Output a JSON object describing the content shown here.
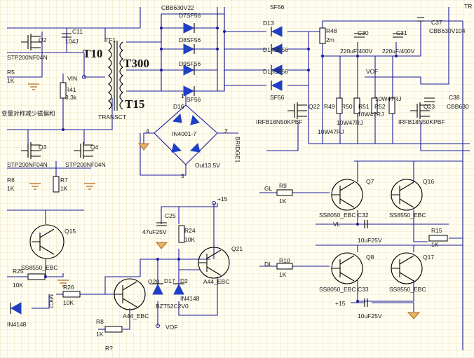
{
  "labels": {
    "cbb_top": "CBB630V22",
    "sf56_top": "SF56",
    "tr_top": "TR",
    "q2": "Q2",
    "stp_q2": "STP200NF04N",
    "c11": "C11",
    "c11_val": "104J",
    "r5": "R5",
    "r5_val": "1K",
    "tf1": "TF1",
    "t10": "T10",
    "t300": "T300",
    "t15": "T15",
    "vin": "VIN",
    "r41": "R41",
    "r41_val": "3.3k",
    "chinese_note": "变量对称减少磁偏和",
    "transct": "TRANSCT",
    "q3": "Q3",
    "stp_q3": "STP200NF04N",
    "q4": "Q4",
    "stp_q4": "STP200NF04N",
    "r6": "R6",
    "r6_val": "1K",
    "r7": "R7",
    "r7_val": "1K",
    "d7": "D7SF56",
    "d8": "D8SF56",
    "d9": "D9SF56",
    "d_sf56_a": "SF56",
    "d16": "D16",
    "in4001": "IN4001-7",
    "bridge": "BRIDGE1",
    "out": "Out13.5V",
    "pin4": "4",
    "pin2": "2",
    "pin1": "1",
    "pin3": "3",
    "d13": "D13",
    "d14": "D14SF56",
    "d15": "D15SF56",
    "d_sf56_b": "SF56",
    "r48": "R48",
    "r48_val": "2m",
    "c30": "C30",
    "c30_val": "220uF/400V",
    "c31": "C31",
    "c31_val": "220uF/400V",
    "c37": "C37",
    "c37_val": "CBB630V104",
    "vof": "VOF",
    "q22": "Q22",
    "irf_q22": "IRFB18N50KPBF",
    "r49": "R49",
    "r50": "R50",
    "r51": "R51",
    "r52": "R52",
    "r_w1": "10W47RJ",
    "r_w2": "10W47RJ",
    "r_w3": "10W47RJ",
    "r_w4": "10W47RJ",
    "c38": "C38",
    "c38_val": "CBB630",
    "q23": "Q23",
    "irf_q23": "IRFB18N50KPBF",
    "gl": "GL",
    "r9": "R9",
    "r9_val": "1K",
    "q7": "Q7",
    "ss8050_q7": "SS8050_EBC",
    "q16": "Q16",
    "ss8550_q16": "SS8550_EBC",
    "vl": "VL",
    "c32": "C32",
    "c32_val": "10uF25V",
    "r15": "R15",
    "r15_val": "1K",
    "dl": "DL",
    "r10": "R10",
    "r10_val": "1K",
    "q8": "Q8",
    "ss8050_q8": "SS8050_EBC",
    "q17": "Q17",
    "ss8550_q17": "SS8550_EBC",
    "c33": "C33",
    "c33_val": "10uF25V",
    "plus15_a": "+15",
    "plus15_b": "+15",
    "c25": "C25",
    "c25_val": "47uF25V",
    "r24": "R24",
    "r24_val": "10K",
    "q21": "Q21",
    "a44_q21": "A44_EBC",
    "q15": "Q15",
    "ss8550_q15": "SS8550_EBC",
    "r25": "R25",
    "r25_val": "10K",
    "r26": "R26",
    "r26_val": "10K",
    "q20": "Q20",
    "a44_q20": "A44_EBC",
    "d17": "D17",
    "bzt": "BZT52C2V0",
    "d2": "D2",
    "in4148_d2": "IN4148",
    "r8": "R8",
    "r8_val": "1K",
    "vof2": "VOF",
    "in4148_left": "IN4148",
    "mic": "MIC2",
    "r_bottom": "R?",
    "cbb_right": "CBB630V104"
  },
  "colors": {
    "background": "#fffdf0",
    "grid": "#d9d0a8",
    "wire": "#1a1a9a",
    "diode": "#1f3fc7",
    "ground": "#b6671a"
  }
}
